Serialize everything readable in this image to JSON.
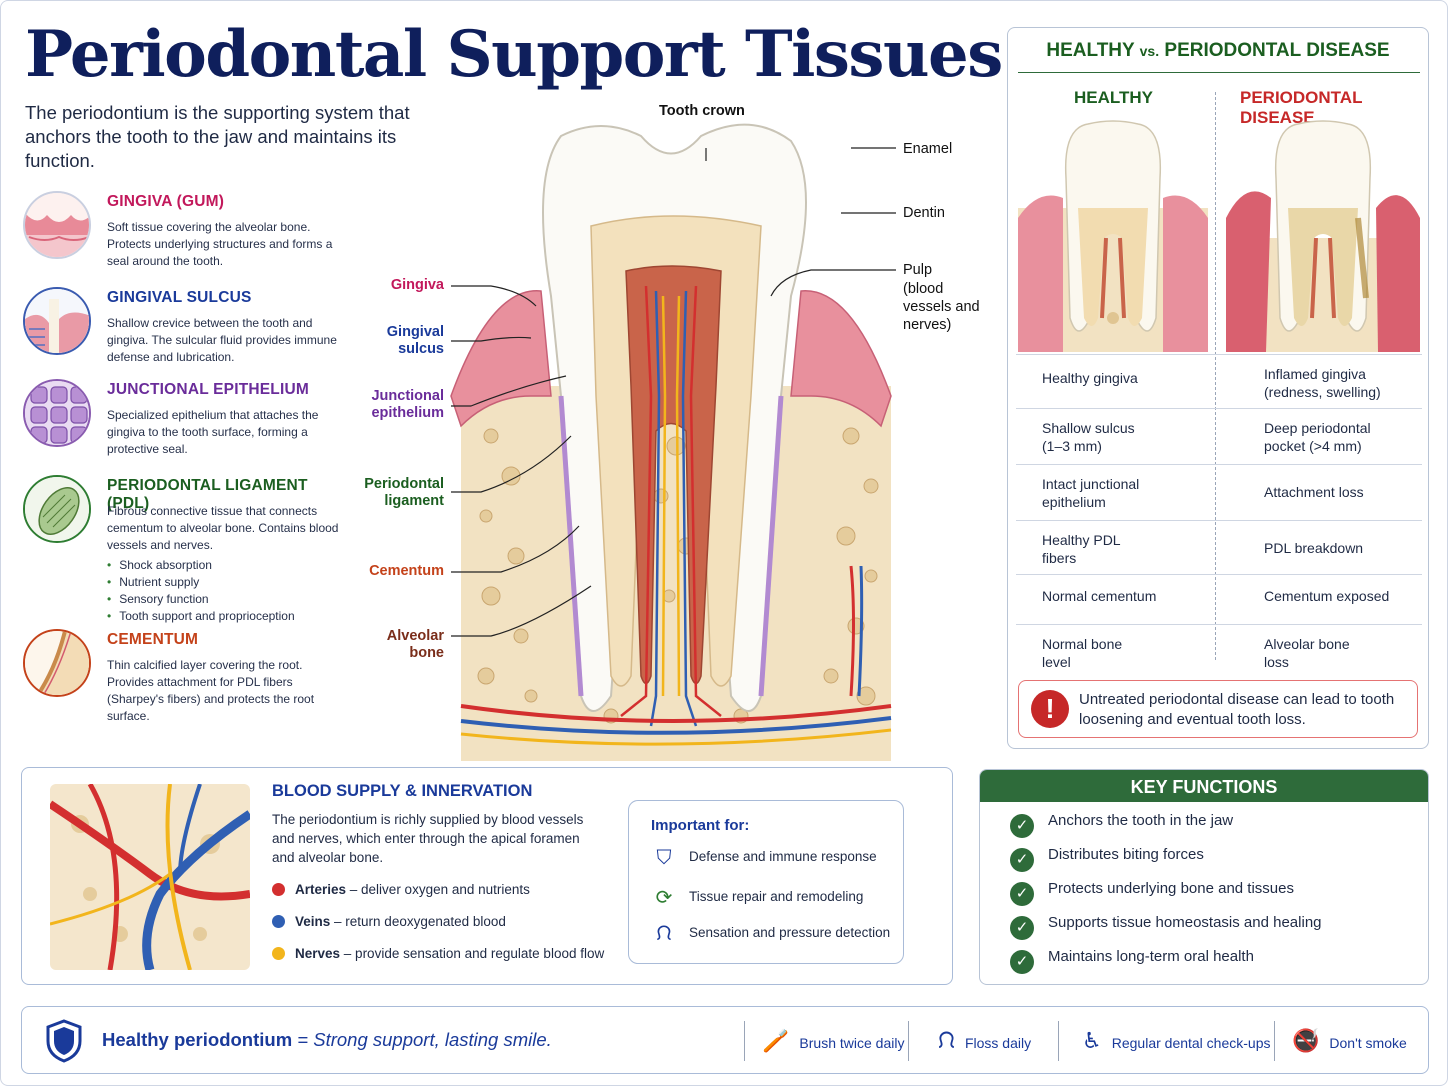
{
  "title": "Periodontal Support Tissues",
  "intro": "The periodontium is the supporting system that anchors the tooth to the jaw and maintains its function.",
  "tissues": [
    {
      "name": "GINGIVA (GUM)",
      "desc": "Soft tissue covering the alveolar bone. Protects underlying structures and forms a seal around the tooth.",
      "icon": "gingiva-thumbnail-icon"
    },
    {
      "name": "GINGIVAL SULCUS",
      "desc": "Shallow crevice between the tooth and gingiva. The sulcular fluid provides immune defense and lubrication.",
      "icon": "sulcus-thumbnail-icon"
    },
    {
      "name": "JUNCTIONAL EPITHELIUM",
      "desc": "Specialized epithelium that attaches the gingiva to the tooth surface, forming a protective seal.",
      "icon": "epithelium-thumbnail-icon"
    },
    {
      "name": "PERIODONTAL LIGAMENT (PDL)",
      "desc": "Fibrous connective tissue that connects cementum to alveolar bone. Contains blood vessels and nerves.",
      "bullets": [
        "Shock absorption",
        "Nutrient supply",
        "Sensory function",
        "Tooth support and proprioception"
      ],
      "icon": "pdl-thumbnail-icon"
    },
    {
      "name": "CEMENTUM",
      "desc": "Thin calcified layer covering the root. Provides attachment for PDL fibers (Sharpey's fibers) and protects the root surface.",
      "icon": "cementum-thumbnail-icon"
    }
  ],
  "diagram": {
    "top_label": "Tooth crown",
    "left_labels": [
      "Gingiva",
      "Gingival sulcus",
      "Junctional epithelium",
      "Periodontal ligament",
      "Cementum",
      "Alveolar bone"
    ],
    "right_labels": {
      "enamel": "Enamel",
      "dentin": "Dentin",
      "pulp": "Pulp",
      "pulp_note": "(blood vessels and nerves)"
    }
  },
  "comparison": {
    "title_a": "HEALTHY",
    "title_vs": "vs.",
    "title_b": "PERIODONTAL DISEASE",
    "healthy_header": "HEALTHY",
    "disease_header": "PERIODONTAL DISEASE",
    "rows": [
      {
        "healthy": "Healthy gingiva",
        "disease": "Inflamed gingiva (redness, swelling)"
      },
      {
        "healthy": "Shallow sulcus (1–3 mm)",
        "disease": "Deep periodontal pocket (>4 mm)"
      },
      {
        "healthy": "Intact junctional epithelium",
        "disease": "Attachment loss"
      },
      {
        "healthy": "Healthy PDL fibers",
        "disease": "PDL breakdown"
      },
      {
        "healthy": "Normal cementum",
        "disease": "Cementum exposed"
      },
      {
        "healthy": "Normal bone level",
        "disease": "Alveolar bone loss"
      }
    ],
    "alert_symbol": "!",
    "alert": "Untreated periodontal disease can lead to tooth loosening and eventual tooth loss."
  },
  "blood": {
    "title": "BLOOD SUPPLY & INNERVATION",
    "desc": "The periodontium is richly supplied by blood vessels and nerves, which enter through the apical foramen and alveolar bone.",
    "legend": [
      {
        "term": "Arteries",
        "text": " – deliver oxygen and nutrients",
        "color": "#d32f2f"
      },
      {
        "term": "Veins",
        "text": " – return deoxygenated blood",
        "color": "#2f5fb3"
      },
      {
        "term": "Nerves",
        "text": " – provide sensation and regulate blood flow",
        "color": "#f2b51c"
      }
    ],
    "important_title": "Important for:",
    "important": [
      {
        "text": "Defense and immune response",
        "icon": "shield-icon"
      },
      {
        "text": "Tissue repair and remodeling",
        "icon": "refresh-icon"
      },
      {
        "text": "Sensation and pressure detection",
        "icon": "tooth-icon"
      }
    ]
  },
  "key_functions": {
    "title": "KEY FUNCTIONS",
    "items": [
      "Anchors the tooth in the jaw",
      "Distributes biting forces",
      "Protects underlying bone and tissues",
      "Supports tissue homeostasis and healing",
      "Maintains long-term oral health"
    ]
  },
  "footer": {
    "tag_bold": "Healthy periodontium",
    "tag_rest": " = Strong support, lasting smile.",
    "tips": [
      {
        "text": "Brush twice daily",
        "icon": "toothbrush-icon"
      },
      {
        "text": "Floss daily",
        "icon": "floss-icon"
      },
      {
        "text": "Regular dental check-ups",
        "icon": "dental-chair-icon"
      },
      {
        "text": "Don't smoke",
        "icon": "no-smoking-icon"
      }
    ]
  },
  "colors": {
    "navy": "#0f1f5c",
    "green": "#2e6b3a",
    "red": "#c62828",
    "blue": "#1a3a9a"
  }
}
